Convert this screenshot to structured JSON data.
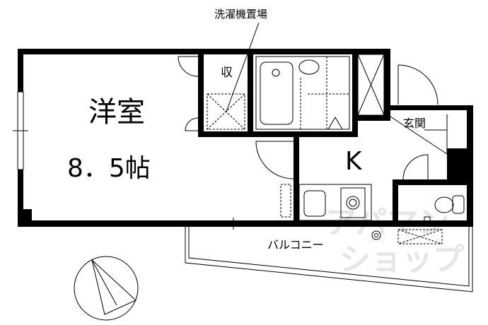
{
  "floor_plan": {
    "rooms": {
      "western_room": "洋室",
      "western_room_size": "8．5帖",
      "kitchen": "K",
      "storage": "収",
      "entrance": "玄関",
      "balcony": "バルコニー"
    },
    "annotations": {
      "washer_space": "洗濯機置場"
    },
    "watermark": [
      "アパマン",
      "ショップ"
    ]
  }
}
